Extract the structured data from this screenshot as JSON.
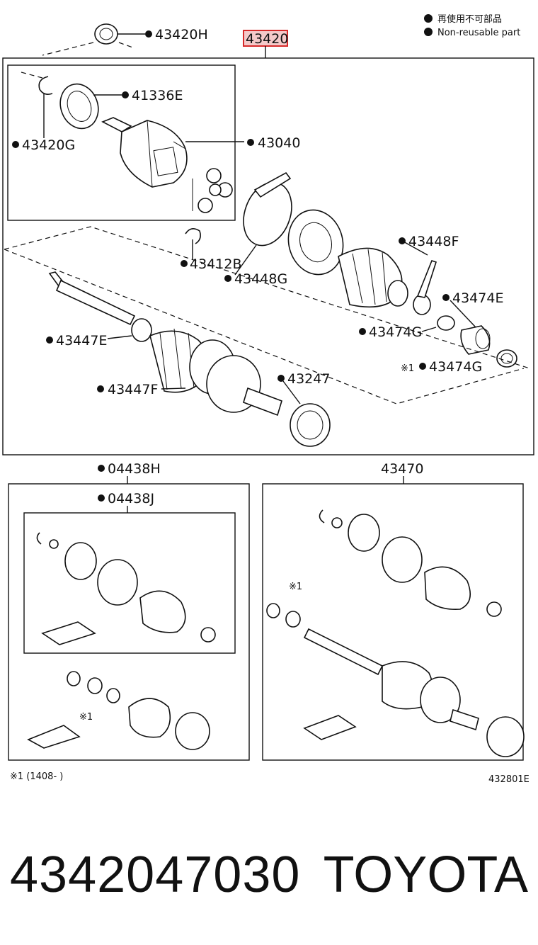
{
  "legend": {
    "line1": "再使用不可部品",
    "line2": "Non-reusable part"
  },
  "highlight_part": "43420",
  "labels": {
    "l43420H": "43420H",
    "l41336E": "41336E",
    "l43420G": "43420G",
    "l43040": "43040",
    "l43412B": "43412B",
    "l43448G": "43448G",
    "l43448F": "43448F",
    "l43474E": "43474E",
    "l43474G_a": "43474G",
    "l43474G_b": "43474G",
    "l43447E": "43447E",
    "l43447F": "43447F",
    "l43247": "43247",
    "l04438H": "04438H",
    "l04438J": "04438J",
    "l43470": "43470"
  },
  "notes": {
    "note_mark1": "※1",
    "note_mark2": "※1",
    "note_mark3": "※1",
    "footnote": "※1 (1408-      )",
    "diagram_code": "432801E"
  },
  "footer": {
    "part_number": "4342047030",
    "brand": "TOYOTA"
  },
  "colors": {
    "highlight_box": "#d62a2a",
    "highlight_fill": "#f4c9c9",
    "line": "#111111"
  }
}
